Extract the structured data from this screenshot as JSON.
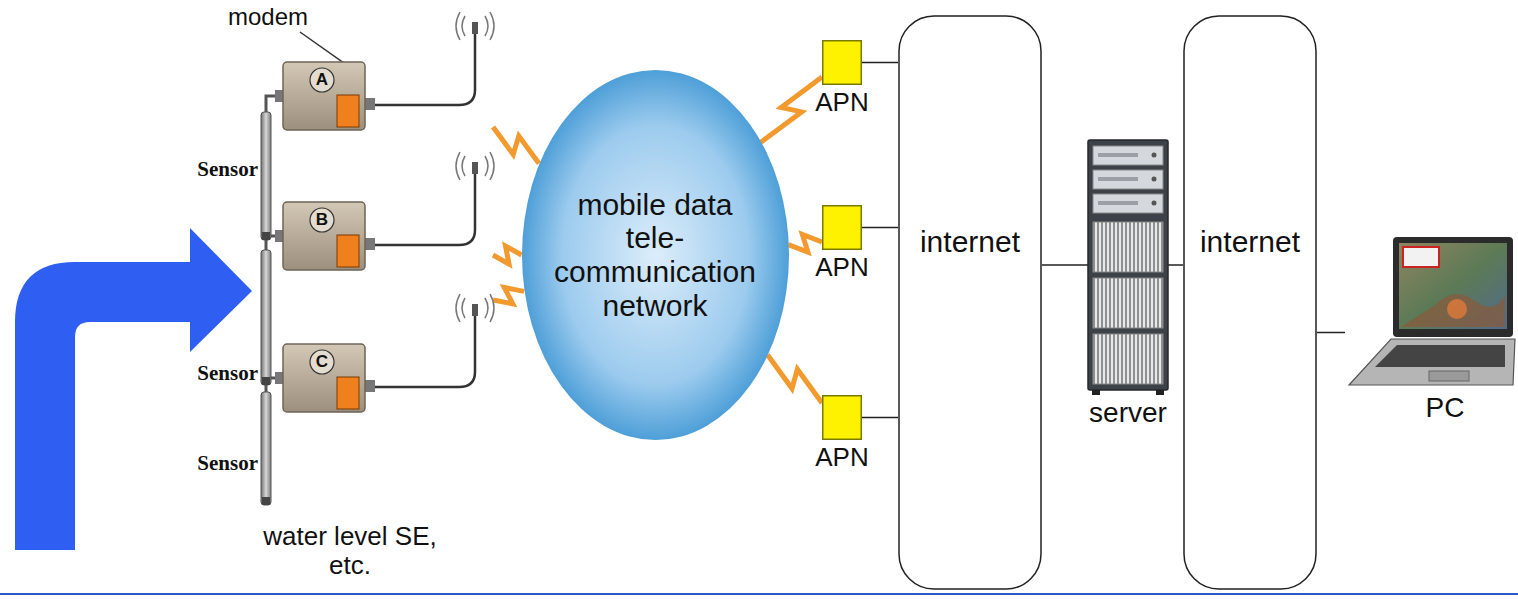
{
  "diagram": {
    "nodes": [
      {
        "text": [
          "A"
        ]
      },
      {
        "text": [
          "B"
        ]
      },
      {
        "text": [
          "C"
        ]
      },
      {
        "text": [
          "mobile data tele- communication network"
        ]
      },
      {
        "text": [
          "APN"
        ]
      },
      {
        "text": [
          "APN"
        ]
      },
      {
        "text": [
          "APN"
        ]
      },
      {
        "text": [
          "internet"
        ]
      },
      {
        "text": [
          "server"
        ]
      },
      {
        "text": [
          "internet"
        ]
      },
      {
        "text": [
          "PC"
        ]
      }
    ],
    "edges": [
      {
        "from": 0,
        "to": 3,
        "arrow": "none"
      },
      {
        "from": 1,
        "to": 3,
        "arrow": "none"
      },
      {
        "from": 2,
        "to": 3,
        "arrow": "none"
      },
      {
        "from": 3,
        "to": 4,
        "arrow": "none"
      },
      {
        "from": 3,
        "to": 5,
        "arrow": "none"
      },
      {
        "from": 3,
        "to": 6,
        "arrow": "none"
      },
      {
        "from": 4,
        "to": 7,
        "arrow": "none"
      },
      {
        "from": 5,
        "to": 7,
        "arrow": "none"
      },
      {
        "from": 6,
        "to": 7,
        "arrow": "none"
      },
      {
        "from": 7,
        "to": 8,
        "arrow": "none"
      },
      {
        "from": 8,
        "to": 9,
        "arrow": "none"
      },
      {
        "from": 9,
        "to": 10,
        "arrow": "none"
      }
    ],
    "labels": [
      "modem",
      "Sensor",
      "Sensor",
      "Sensor",
      "water level SE, etc."
    ]
  }
}
